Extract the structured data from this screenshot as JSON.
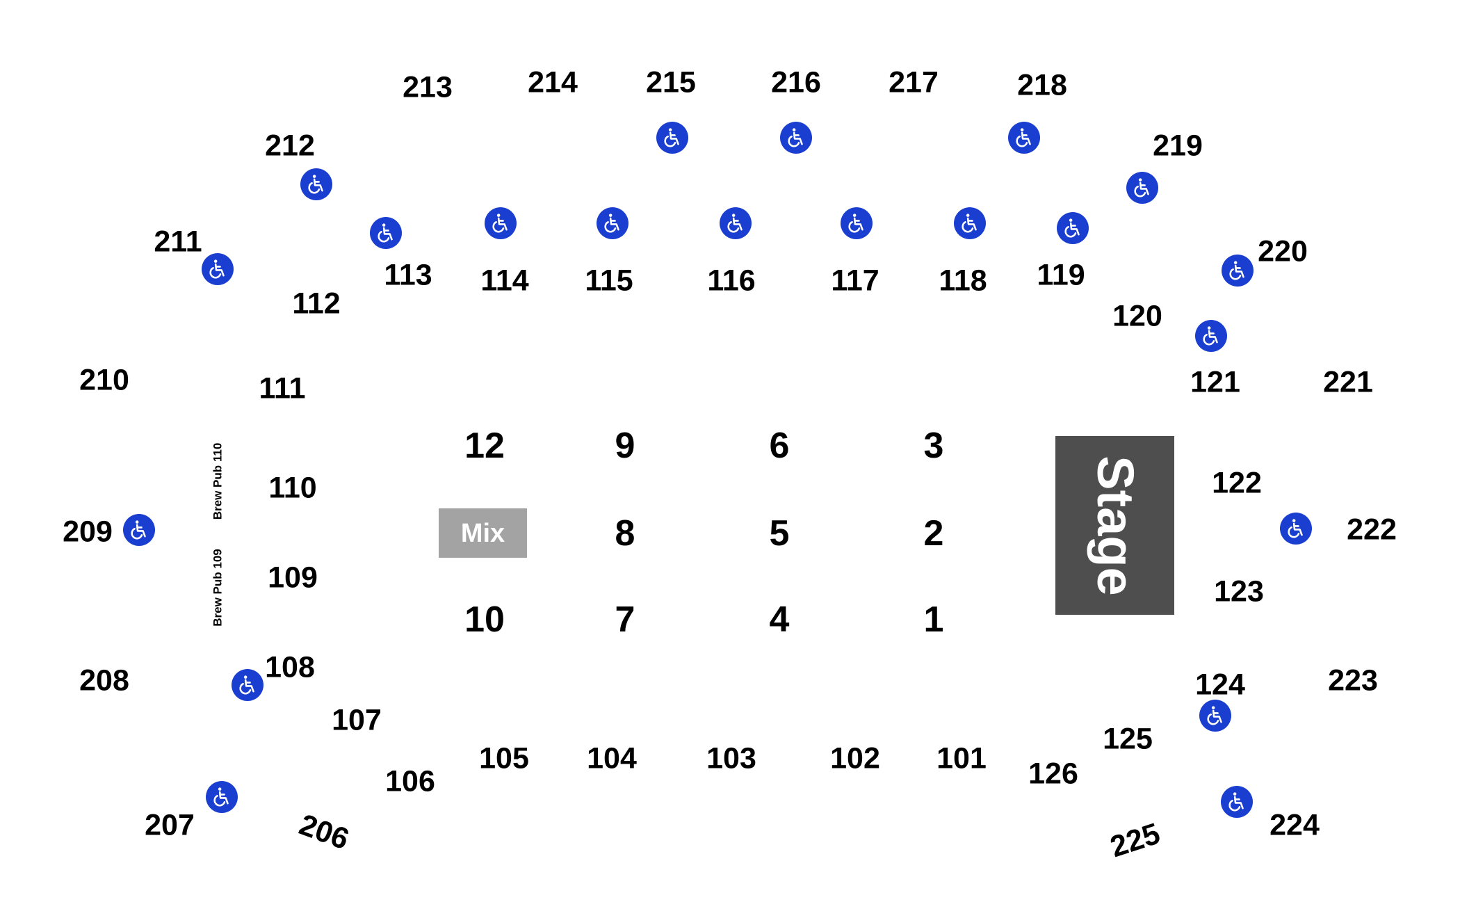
{
  "chart_data": {
    "type": "seating-map",
    "stage_label": "Stage",
    "mix_label": "Mix",
    "brew_pubs": [
      "Brew Pub 110",
      "Brew Pub 109"
    ],
    "floor_sections": [
      "1",
      "2",
      "3",
      "4",
      "5",
      "6",
      "7",
      "8",
      "9",
      "10",
      "12"
    ],
    "lower_sections": [
      "101",
      "102",
      "103",
      "104",
      "105",
      "106",
      "107",
      "108",
      "109",
      "110",
      "111",
      "112",
      "113",
      "114",
      "115",
      "116",
      "117",
      "118",
      "119",
      "120",
      "121",
      "122",
      "123",
      "124",
      "125",
      "126"
    ],
    "upper_sections": [
      "206",
      "207",
      "208",
      "209",
      "210",
      "211",
      "212",
      "213",
      "214",
      "215",
      "216",
      "217",
      "218",
      "219",
      "220",
      "221",
      "222",
      "223",
      "224",
      "225"
    ],
    "accessible_icon": "wheelchair-icon",
    "colors": {
      "accessible": "#1a3fd0",
      "stage": "#4e4e4e",
      "mix": "#a3a3a3",
      "text": "#000000"
    }
  }
}
